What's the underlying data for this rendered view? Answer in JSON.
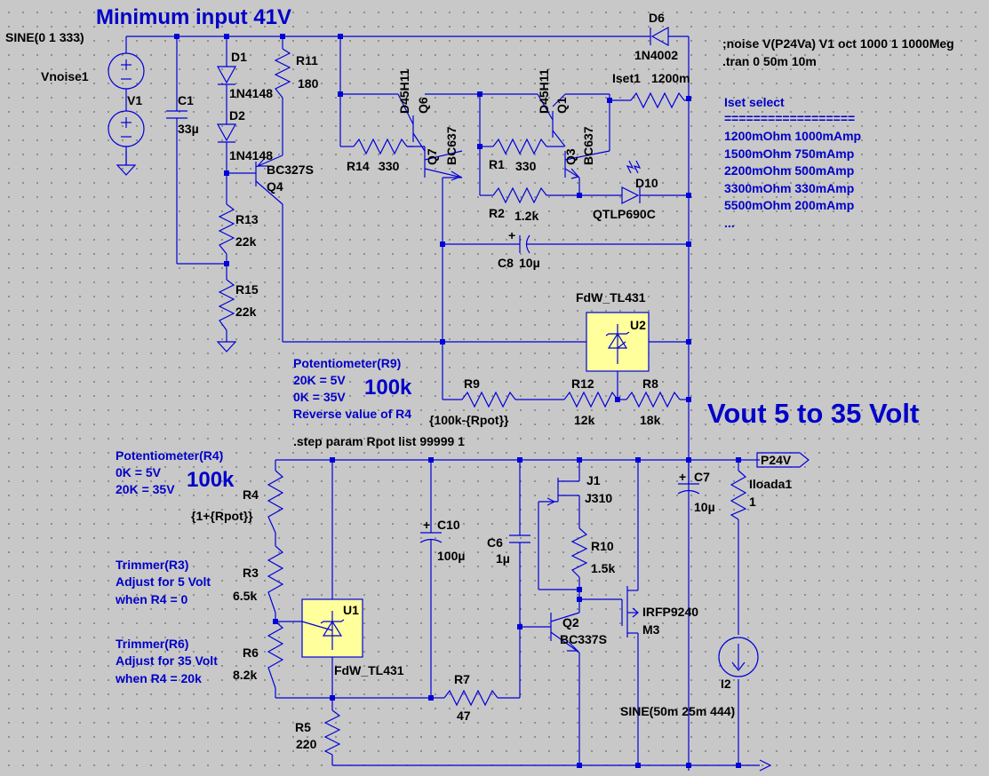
{
  "title_top": "Minimum input 41V",
  "vout_label": "Vout 5 to 35 Volt",
  "directives": {
    "noise": ";noise V(P24Va) V1 oct 1000 1 1000Meg",
    "tran": ".tran 0 50m 10m",
    "step": ".step param Rpot list 99999 1"
  },
  "iset": {
    "heading": "Iset select",
    "divider": "==================",
    "rows": [
      "1200mOhm 1000mAmp",
      "1500mOhm 750mAmp",
      "2200mOhm 500mAmp",
      "3300mOhm 330mAmp",
      "5500mOhm 200mAmp",
      "..."
    ]
  },
  "notes": {
    "pot_r9": [
      "Potentiometer(R9)",
      "20K = 5V",
      "0K = 35V",
      "Reverse value of R4"
    ],
    "pot_r9_big": "100k",
    "pot_r4": [
      "Potentiometer(R4)",
      "0K = 5V",
      "20K = 35V"
    ],
    "pot_r4_big": "100k",
    "trim_r3": [
      "Trimmer(R3)",
      "Adjust for 5 Volt",
      "when R4 = 0"
    ],
    "trim_r6": [
      "Trimmer(R6)",
      "Adjust for 35 Volt",
      "when R4 = 20k"
    ]
  },
  "net_label": "P24V",
  "components": {
    "vnoise": {
      "src": "SINE(0 1 333)",
      "name": "Vnoise1",
      "v1": "V1"
    },
    "c1": {
      "name": "C1",
      "value": "33µ"
    },
    "d1": {
      "name": "D1",
      "value": "1N4148"
    },
    "d2": {
      "name": "D2",
      "value": "1N4148"
    },
    "r11": {
      "name": "R11",
      "value": "180"
    },
    "q4": {
      "model": "BC327S",
      "name": "Q4"
    },
    "r13": {
      "name": "R13",
      "value": "22k"
    },
    "r15": {
      "name": "R15",
      "value": "22k"
    },
    "q6": {
      "model": "D45H11",
      "name": "Q6"
    },
    "q7": {
      "model": "BC637",
      "name": "Q7"
    },
    "r14": {
      "name": "R14",
      "value": "330"
    },
    "q1": {
      "model": "D45H11",
      "name": "Q1"
    },
    "q3": {
      "model": "BC637",
      "name": "Q3"
    },
    "r1": {
      "name": "R1",
      "value": "330"
    },
    "r2": {
      "name": "R2",
      "value": "1.2k"
    },
    "d6": {
      "name": "D6",
      "value": "1N4002"
    },
    "iset": {
      "name": "Iset1",
      "value": "1200m"
    },
    "d10": {
      "name": "D10",
      "value": "QTLP690C"
    },
    "c8": {
      "name": "C8",
      "value": "10µ"
    },
    "u2": {
      "model": "FdW_TL431",
      "name": "U2"
    },
    "r9": {
      "name": "R9",
      "value": "{100k-{Rpot}}"
    },
    "r12": {
      "name": "R12",
      "value": "12k"
    },
    "r8": {
      "name": "R8",
      "value": "18k"
    },
    "r4": {
      "name": "R4",
      "value": "{1+{Rpot}}"
    },
    "r3": {
      "name": "R3",
      "value": "6.5k"
    },
    "r6": {
      "name": "R6",
      "value": "8.2k"
    },
    "u1": {
      "model": "FdW_TL431",
      "name": "U1"
    },
    "r5": {
      "name": "R5",
      "value": "220"
    },
    "c10": {
      "name": "C10",
      "value": "100µ"
    },
    "c6": {
      "name": "C6",
      "value": "1µ"
    },
    "r7": {
      "name": "R7",
      "value": "47"
    },
    "j1": {
      "name": "J1",
      "value": "J310"
    },
    "r10": {
      "name": "R10",
      "value": "1.5k"
    },
    "q2": {
      "name": "Q2",
      "value": "BC337S"
    },
    "m3": {
      "model": "IRFP9240",
      "name": "M3"
    },
    "c7": {
      "name": "C7",
      "value": "10µ"
    },
    "iload": {
      "name": "Iloada1",
      "value": "1"
    },
    "i2": {
      "name": "I2",
      "src": "SINE(50m 25m 444)"
    }
  }
}
